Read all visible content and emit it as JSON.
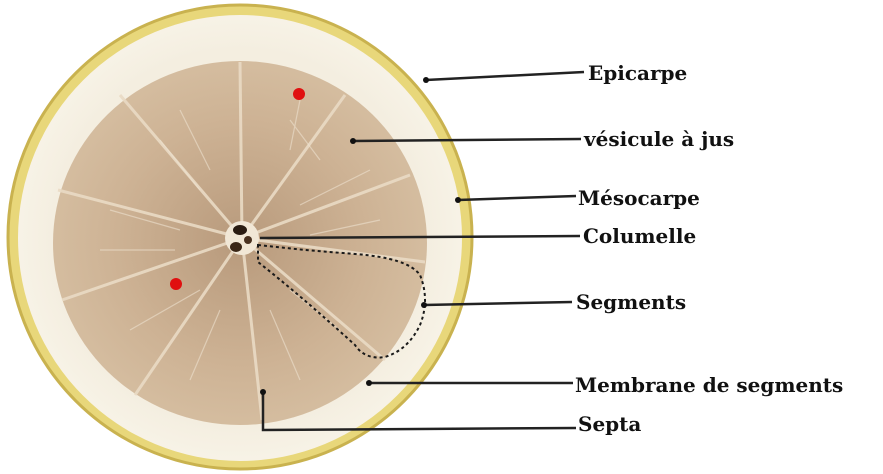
{
  "labels": {
    "epicarpe": "Epicarpe",
    "vesicule": "vésicule à jus",
    "mesocarpe": "Mésocarpe",
    "columelle": "Columelle",
    "segments": "Segments",
    "membrane": "Membrane de segments",
    "septa": "Septa"
  },
  "colors": {
    "peel": "#e6d473",
    "albedo": "#f7f4ea",
    "pulp": "#c8ac8d",
    "pulp_light": "#dcc7ad",
    "seed": "#2a1c12",
    "marker": "#e01010",
    "line": "#222222"
  }
}
